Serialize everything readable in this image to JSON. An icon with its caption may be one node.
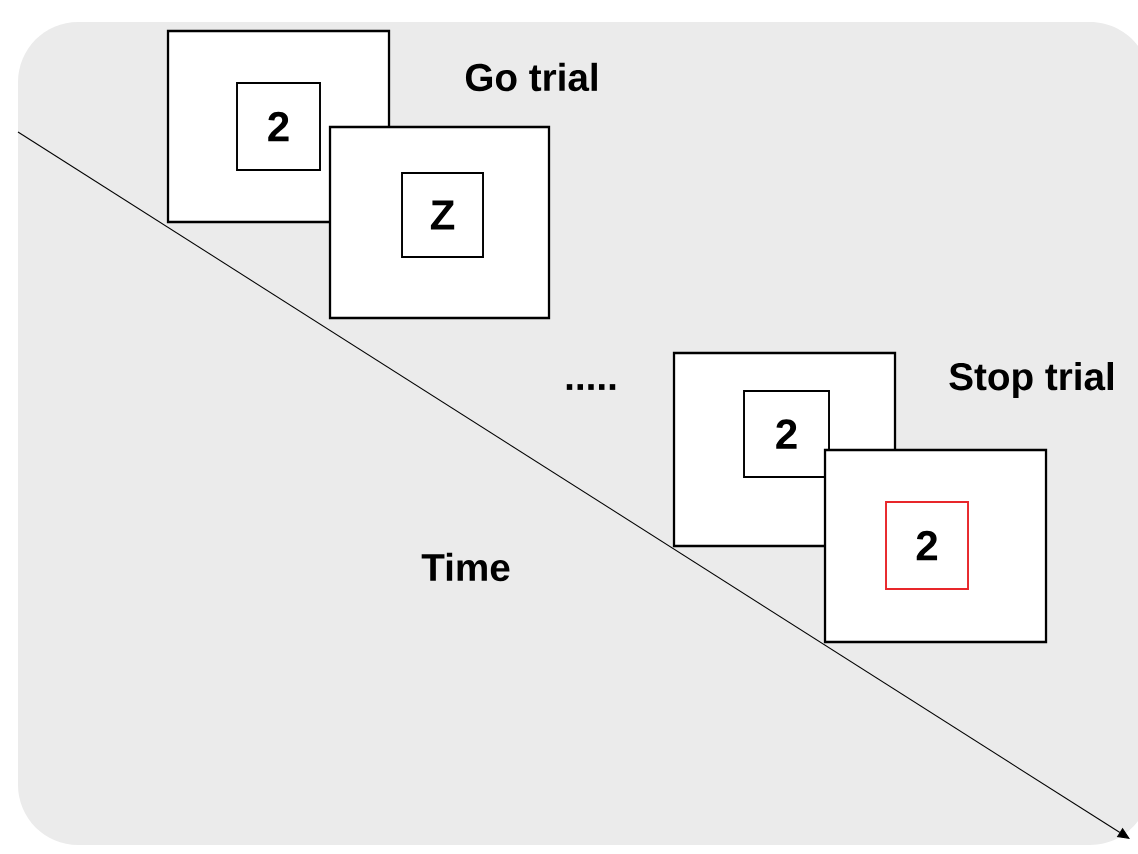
{
  "diagram": {
    "nodes": [
      {
        "text": [],
        "shape": "box"
      },
      {
        "text": [
          "2"
        ],
        "in": 0
      },
      {
        "text": [],
        "shape": "box"
      },
      {
        "text": [
          "Z"
        ],
        "in": 2
      },
      {
        "text": [],
        "shape": "box"
      },
      {
        "text": [
          "2"
        ],
        "in": 4
      },
      {
        "text": [],
        "shape": "box"
      },
      {
        "text": [
          "2"
        ],
        "in": 6
      }
    ],
    "edges": [],
    "labels": [
      "Go trial",
      ".....",
      "Stop trial",
      "Time"
    ]
  }
}
